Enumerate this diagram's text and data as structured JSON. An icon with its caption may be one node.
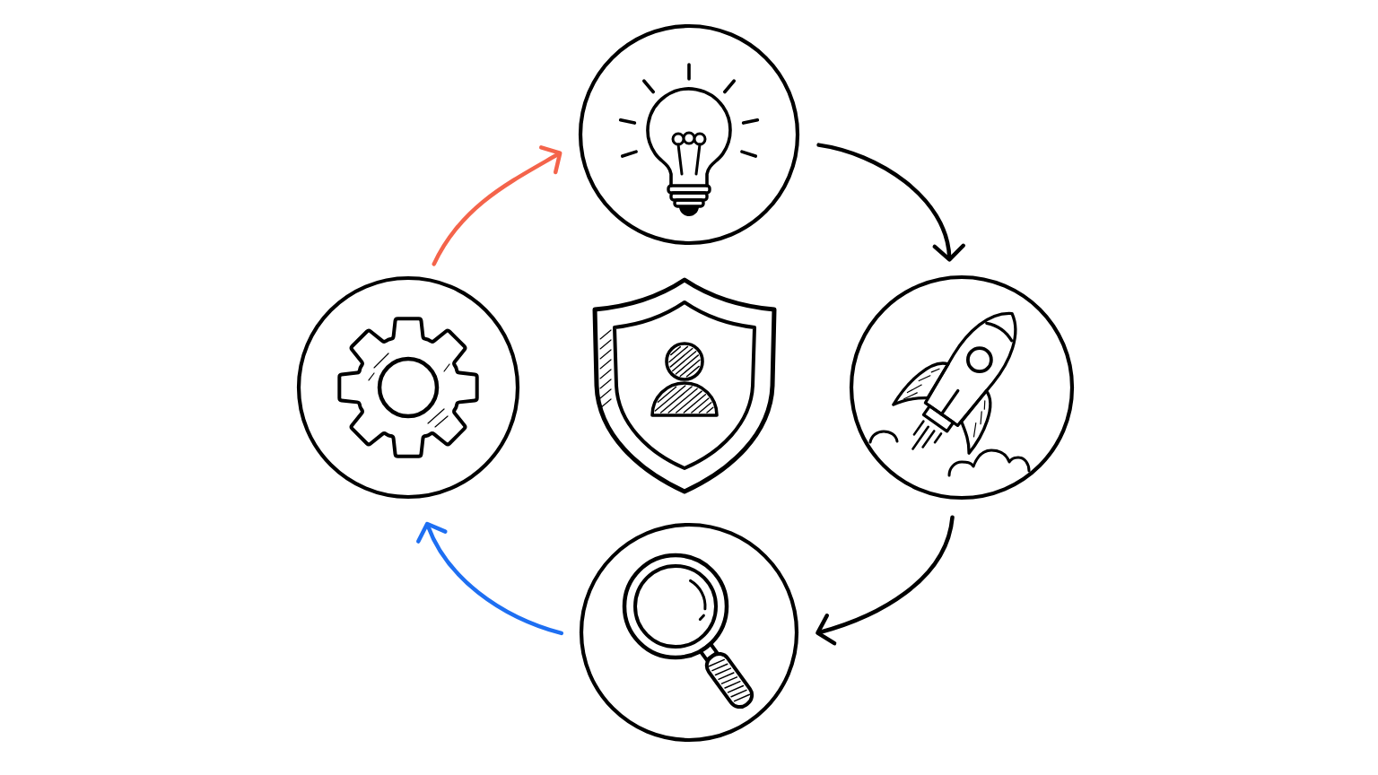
{
  "diagram": {
    "nodes": [
      {
        "text": [],
        "shape": "circle"
      },
      {
        "text": [],
        "shape": "circle"
      },
      {
        "text": [],
        "shape": "shield"
      },
      {
        "text": [],
        "shape": "circle"
      },
      {
        "text": [],
        "shape": "circle"
      }
    ],
    "edges": [
      {
        "from": 0,
        "to": 3,
        "arrow": "to"
      },
      {
        "from": 3,
        "to": 4,
        "arrow": "to"
      },
      {
        "from": 4,
        "to": 1,
        "arrow": "to",
        "color": "#1e6ff2"
      },
      {
        "from": 1,
        "to": 0,
        "arrow": "to",
        "color": "#f4644b"
      }
    ]
  }
}
